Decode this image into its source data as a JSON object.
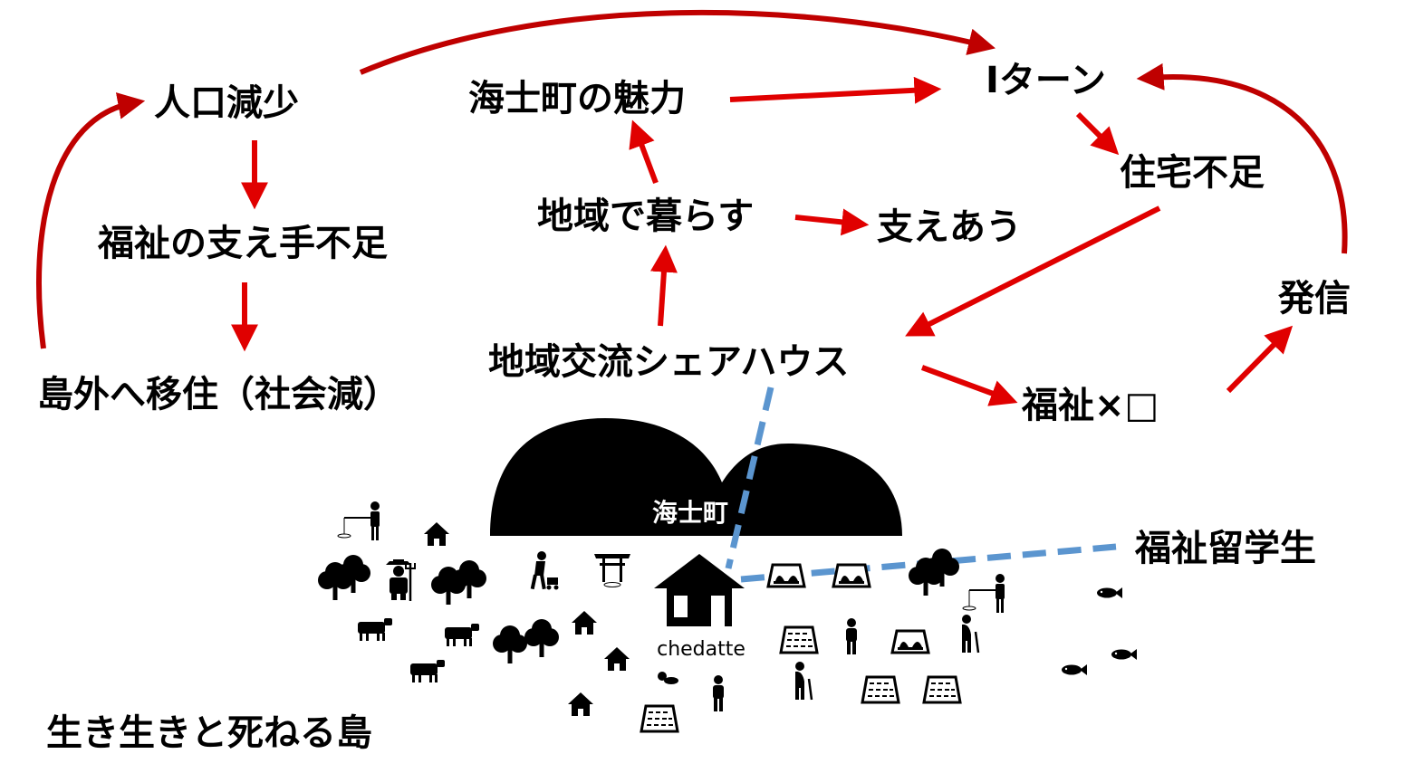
{
  "nodes": {
    "population_decline": "人口減少",
    "welfare_shortage": "福祉の支え手不足",
    "outmigration": "島外へ移住（社会減）",
    "ama_charm": "海士町の魅力",
    "living_in_region": "地域で暮らす",
    "mutual_support": "支えあう",
    "share_house": "地域交流シェアハウス",
    "i_turn": "Iターン",
    "housing_shortage": "住宅不足",
    "dissemination": "発信",
    "welfare_x": "福祉×□",
    "welfare_students": "福祉留学生",
    "tagline": "生き生きと死ねる島"
  },
  "illustration": {
    "mountain_label": "海士町",
    "house_label": "chedatte"
  },
  "colors": {
    "arrow_red": "#e00000",
    "arc_dark_red": "#bf0000",
    "connector_blue": "#5b95cf",
    "ink": "#000000"
  }
}
